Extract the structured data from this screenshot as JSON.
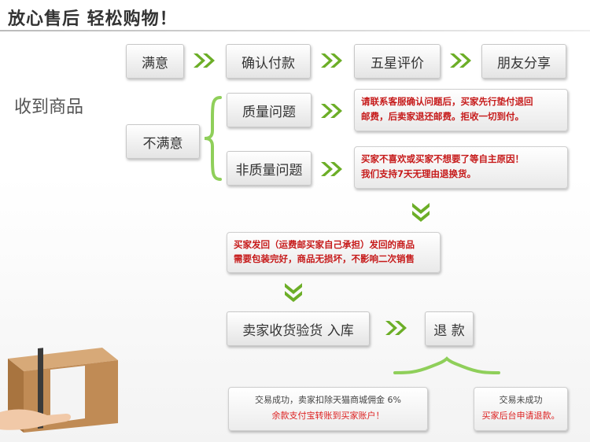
{
  "header": {
    "title": "放心售后  轻松购物！"
  },
  "received_label": "收到商品",
  "top_row": [
    "满意",
    "确认付款",
    "五星评价",
    "朋友分享"
  ],
  "unsatisfied_label": "不满意",
  "quality": {
    "label": "质量问题",
    "line1": "请联系客服确认问题后，买家先行垫付退回",
    "line2": "邮费，后卖家退还邮费。拒收一切到付。"
  },
  "non_quality": {
    "label": "非质量问题",
    "line1": "买家不喜欢或买家不想要了等自主原因！",
    "line2": "我们支持7天无理由退换货。"
  },
  "return_box": {
    "line1_a": "买家发回（运费邮买家自己承担）发回的商品",
    "line2": "需要包装完好，商品无损坏，不影响二次销售"
  },
  "seller_receive": "卖家收货验货  入库",
  "refund": "退 款",
  "success_note": {
    "line1": "交易成功，卖家扣除天猫商城佣金 6%",
    "line2": "余款支付宝转账到买家账户！"
  },
  "fail_note": {
    "line1": "交易未成功",
    "line2": "买家后台申请退款。"
  },
  "colors": {
    "green": "#6cae27",
    "red": "#c61a1a",
    "box_brown": "#b7834f"
  }
}
